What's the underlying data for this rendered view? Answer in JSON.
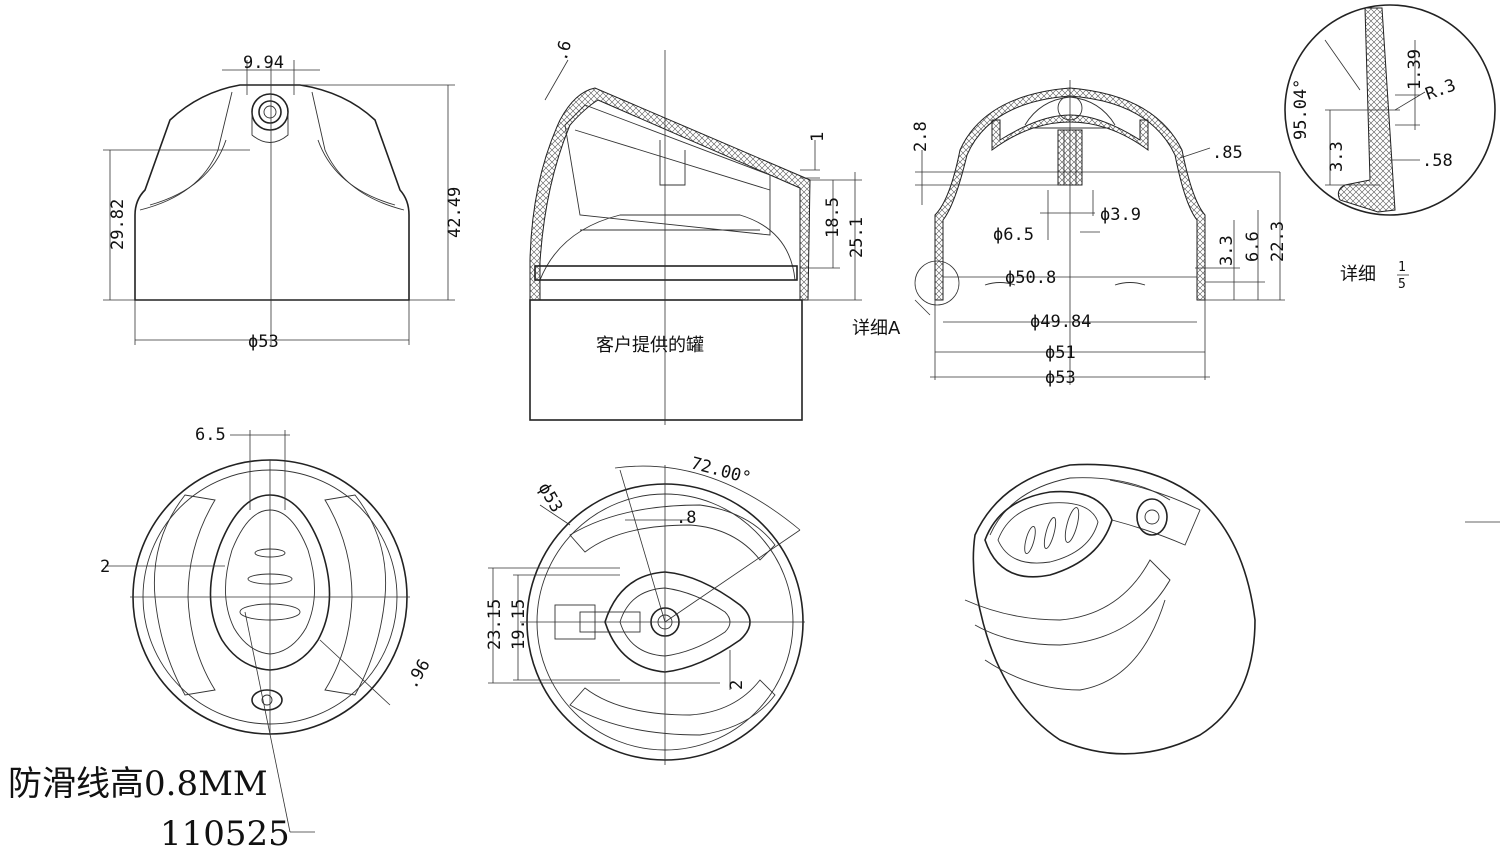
{
  "front_view": {
    "dims": {
      "top_width": "9.94",
      "shoulder_height": "29.82",
      "total_height": "42.49",
      "diameter": "ϕ53"
    }
  },
  "section_view": {
    "dims": {
      "wall": ".6",
      "step": "1",
      "d18": "18.5",
      "d25": "25.1"
    },
    "can_label": "客户提供的罐"
  },
  "cross_section": {
    "dims": {
      "top": "2.8",
      "wall": ".85",
      "hole_outer": "ϕ6.5",
      "hole_inner": "ϕ3.9",
      "inner_dia": "ϕ50.8",
      "h1": "3.3",
      "h2": "6.6",
      "h3": "22.3",
      "d49": "ϕ49.84",
      "d51": "ϕ51",
      "d53": "ϕ53"
    },
    "detail_label": "详细A"
  },
  "detail_a": {
    "dims": {
      "angle": "95.04°",
      "t139": "1.39",
      "radius": "R.3",
      "h33": "3.3",
      "t58": ".58"
    },
    "label": "详细",
    "scale_num": "1",
    "scale_den": "5"
  },
  "top_view": {
    "dims": {
      "slot": "6.5",
      "gap": "2",
      "t96": ".96"
    }
  },
  "bottom_view": {
    "dims": {
      "angle": "72.00°",
      "dia": "ϕ53",
      "t8": ".8",
      "h23": "23.15",
      "h19": "19.15",
      "gap2": "2"
    }
  },
  "notes": {
    "anti_slip": "防滑线高0.8MM",
    "drawing_no": "110525"
  }
}
